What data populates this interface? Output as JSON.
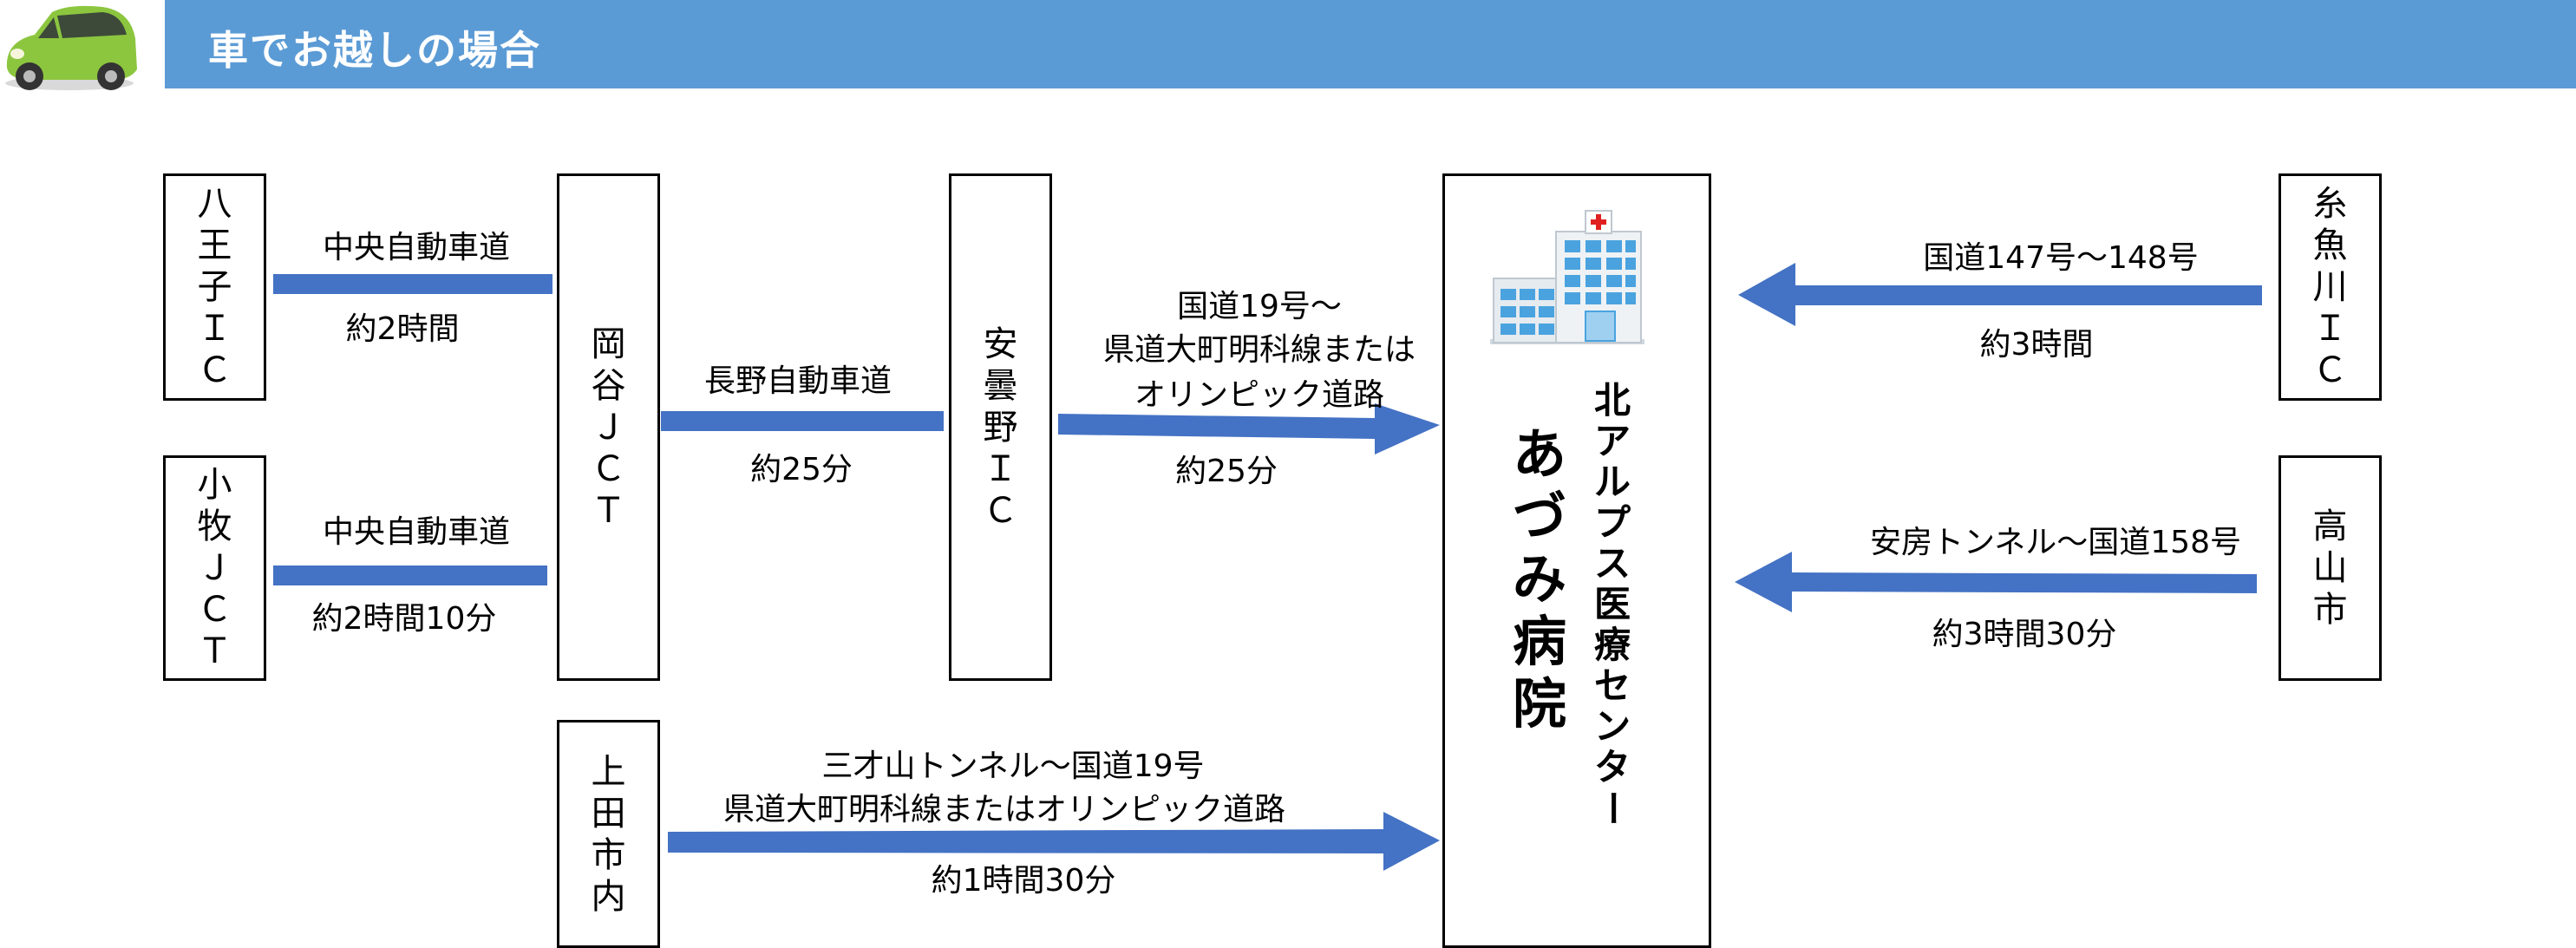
{
  "header": {
    "title": "車でお越しの場合",
    "bar_color": "#5b9bd5",
    "car_color": "#8cc63f",
    "car_icon": "car-icon"
  },
  "nodes": {
    "hachioji_ic": [
      "八",
      "王",
      "子",
      "Ｉ",
      "Ｃ"
    ],
    "komaki_jct": [
      "小",
      "牧",
      "Ｊ",
      "Ｃ",
      "Ｔ"
    ],
    "okaya_jct": [
      "岡",
      "谷",
      "Ｊ",
      "Ｃ",
      "Ｔ"
    ],
    "azumino_ic": [
      "安",
      "曇",
      "野",
      "Ｉ",
      "Ｃ"
    ],
    "ueda": [
      "上",
      "田",
      "市",
      "内"
    ],
    "itoigawa_ic": [
      "糸",
      "魚",
      "川",
      "Ｉ",
      "Ｃ"
    ],
    "takayama": [
      "高",
      "山",
      "市"
    ]
  },
  "hospital": {
    "name": [
      "あ",
      "づ",
      "み",
      "病",
      "院"
    ],
    "subtitle": [
      "北",
      "ア",
      "ル",
      "プ",
      "ス",
      "医",
      "療",
      "セ",
      "ン",
      "タ",
      "ー"
    ],
    "icon": "hospital-building-icon"
  },
  "routes": {
    "hachioji": {
      "road": "中央自動車道",
      "time": "約2時間"
    },
    "komaki": {
      "road": "中央自動車道",
      "time": "約2時間10分"
    },
    "okaya": {
      "road": "長野自動車道",
      "time": "約25分"
    },
    "azumino": {
      "road1": "国道19号～",
      "road2": "県道大町明科線または",
      "road3": "オリンピック道路",
      "time": "約25分"
    },
    "ueda": {
      "road1": "三才山トンネル～国道19号",
      "road2": "県道大町明科線またはオリンピック道路",
      "time": "約1時間30分"
    },
    "itoigawa": {
      "road": "国道147号～148号",
      "time": "約3時間"
    },
    "takayama": {
      "road": "安房トンネル～国道158号",
      "time": "約3時間30分"
    }
  },
  "colors": {
    "arrow": "#4472c4",
    "border": "#000000"
  }
}
